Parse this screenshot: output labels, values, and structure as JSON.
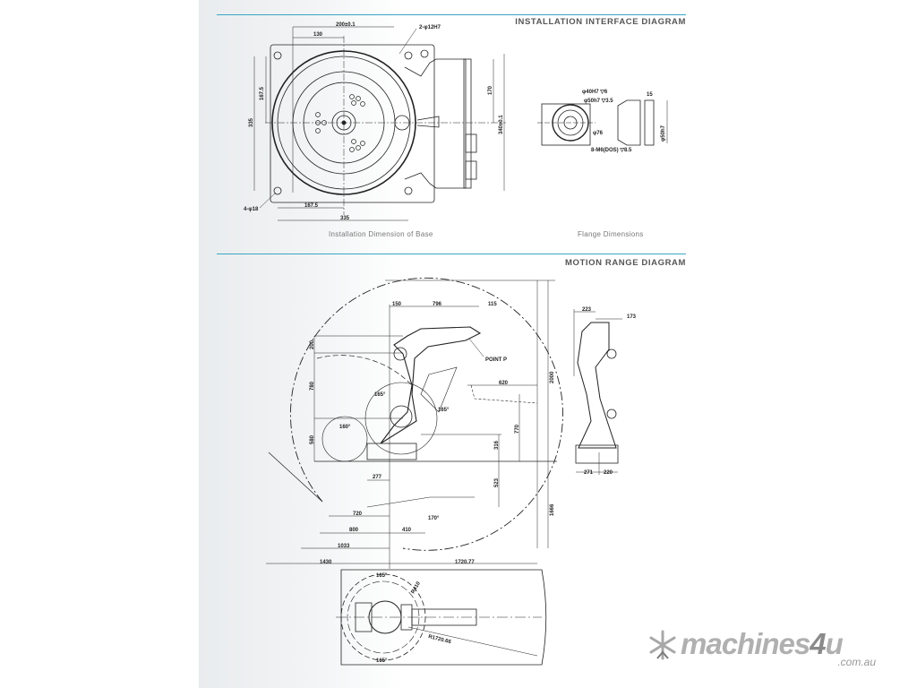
{
  "sections": {
    "installation": {
      "heading": "INSTALLATION INTERFACE DIAGRAM",
      "base_caption": "Installation Dimension of Base",
      "flange_caption": "Flange Dimensions",
      "base_dims": [
        "200±0.1",
        "130",
        "2-φ12H7",
        "167.5",
        "335",
        "170",
        "340±0.1",
        "4-φ18",
        "167.5",
        "335"
      ],
      "flange_dims": [
        "φ40H7 ▽6",
        "φ50h7 ▽3.5",
        "φ76",
        "8-M6(DOS) ▽8.5",
        "15",
        "φ50h7"
      ]
    },
    "motion": {
      "heading": "MOTION RANGE DIAGRAM",
      "dims": [
        "150",
        "796",
        "115",
        "POINT P",
        "200",
        "780",
        "580",
        "165°",
        "165°",
        "160°",
        "620",
        "770",
        "316",
        "277",
        "523",
        "170°",
        "720",
        "800",
        "410",
        "1033",
        "1430",
        "1720.77",
        "2000",
        "1666"
      ],
      "side_dims": [
        "223",
        "173",
        "271",
        "220"
      ],
      "top_dims": [
        "165°",
        "R410",
        "R1720.66",
        "165°"
      ]
    }
  },
  "logo": {
    "brand": "machines",
    "four": "4",
    "suffix": "u",
    "domain": ".com.au"
  },
  "colors": {
    "rule": "#3aa6c4",
    "heading": "#555555"
  }
}
